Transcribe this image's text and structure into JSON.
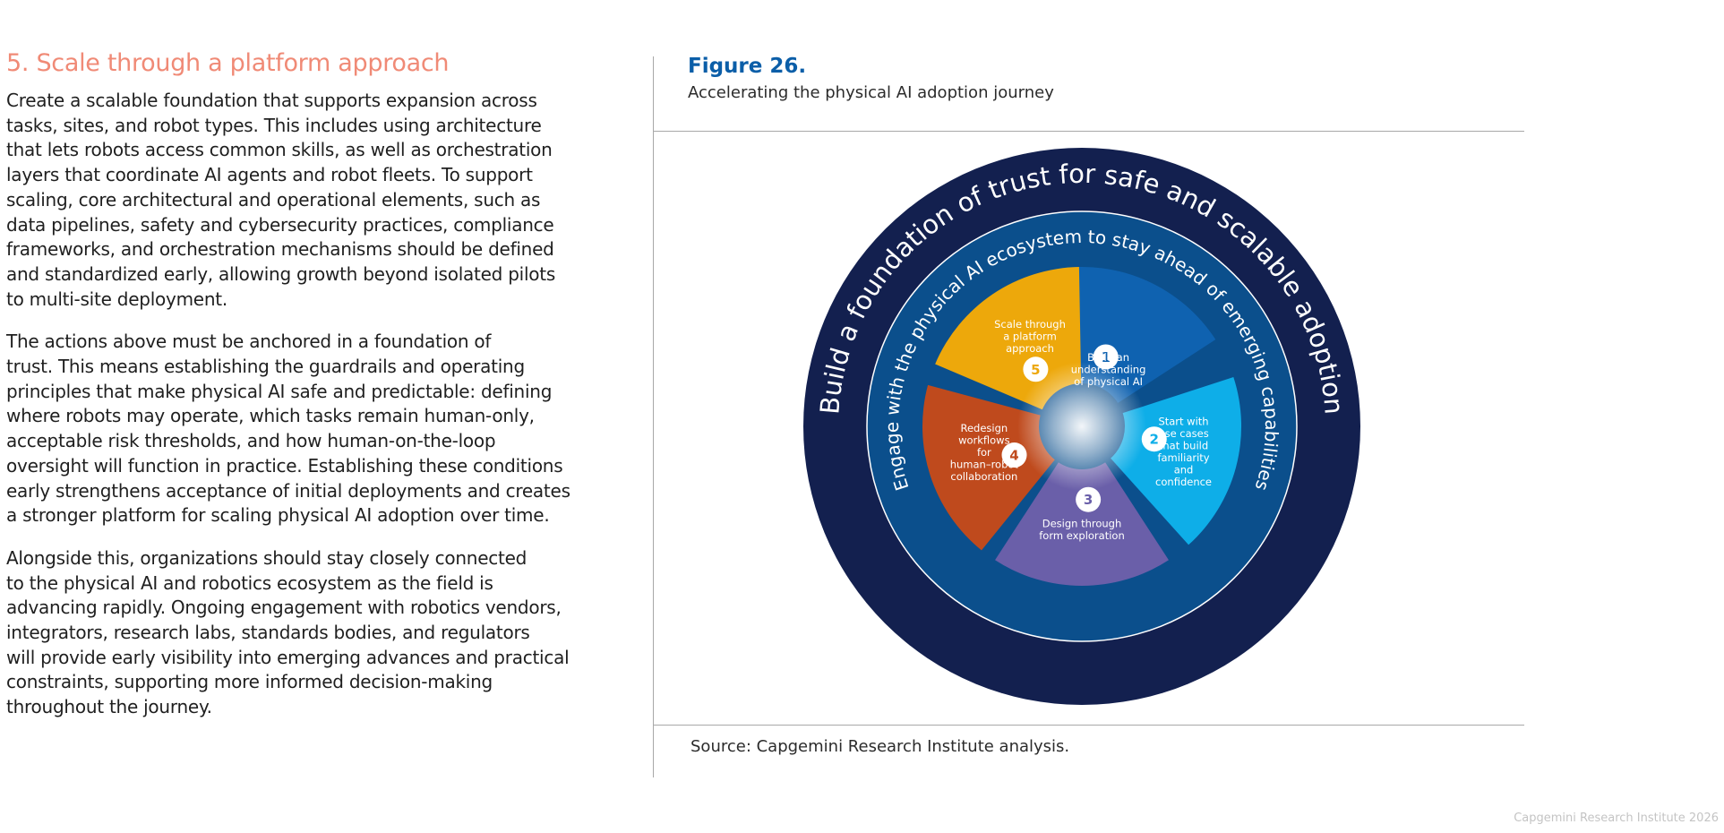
{
  "section": {
    "title": "5. Scale through a platform approach",
    "paragraphs": [
      "Create a scalable foundation that supports expansion across\ntasks, sites, and robot types. This includes using architecture\nthat lets robots access common skills, as well as orchestration\nlayers that coordinate AI agents and robot fleets. To support\nscaling, core architectural and operational elements, such as\ndata pipelines, safety and cybersecurity practices, compliance\nframeworks, and orchestration mechanisms should be defined\nand standardized early, allowing growth beyond isolated pilots\nto multi-site deployment.",
      "The actions above must be anchored in a foundation of\ntrust. This means establishing the guardrails and operating\nprinciples that make physical AI safe and predictable: defining\nwhere robots may operate, which tasks remain human-only,\nacceptable risk thresholds, and how human-on-the-loop\noversight will function in practice. Establishing these conditions\nearly strengthens acceptance of initial deployments and creates\na stronger platform for scaling physical AI adoption over time.",
      "Alongside this, organizations should stay closely connected\nto the physical AI and robotics ecosystem as the field is\nadvancing rapidly. Ongoing engagement with robotics vendors,\nintegrators, research labs, standards bodies, and regulators\nwill provide early visibility into emerging advances and practical\nconstraints, supporting more informed decision-making\nthroughout the journey."
    ]
  },
  "figure": {
    "label": "Figure 26.",
    "subtitle": "Accelerating the physical AI adoption journey",
    "outer_ring_text": "Build a foundation of trust for safe and scalable adoption",
    "middle_ring_text": "Engage with the physical AI ecosystem to stay ahead of emerging capabilities",
    "colors": {
      "outer_ring": "#13204f",
      "middle_ring": "#0b4f8c",
      "title_blue": "#0b5ea8",
      "heading_salmon": "#f08a76"
    },
    "segments": [
      {
        "number": "1",
        "lines": [
          "Build an",
          "understanding",
          "of physical AI"
        ],
        "color": "#0f62b0"
      },
      {
        "number": "2",
        "lines": [
          "Start with",
          "use cases",
          "that build",
          "familiarity",
          "and",
          "confidence"
        ],
        "color": "#0eaee8"
      },
      {
        "number": "3",
        "lines": [
          "Design through",
          "form exploration"
        ],
        "color": "#6a5fa9"
      },
      {
        "number": "4",
        "lines": [
          "Redesign",
          "workflows",
          "for",
          "human–robot",
          "collaboration"
        ],
        "color": "#bf4a1d"
      },
      {
        "number": "5",
        "lines": [
          "Scale through",
          "a platform",
          "approach"
        ],
        "color": "#eda80b"
      }
    ],
    "source": "Source: Capgemini Research Institute analysis."
  },
  "footer": "Capgemini Research Institute 2026"
}
